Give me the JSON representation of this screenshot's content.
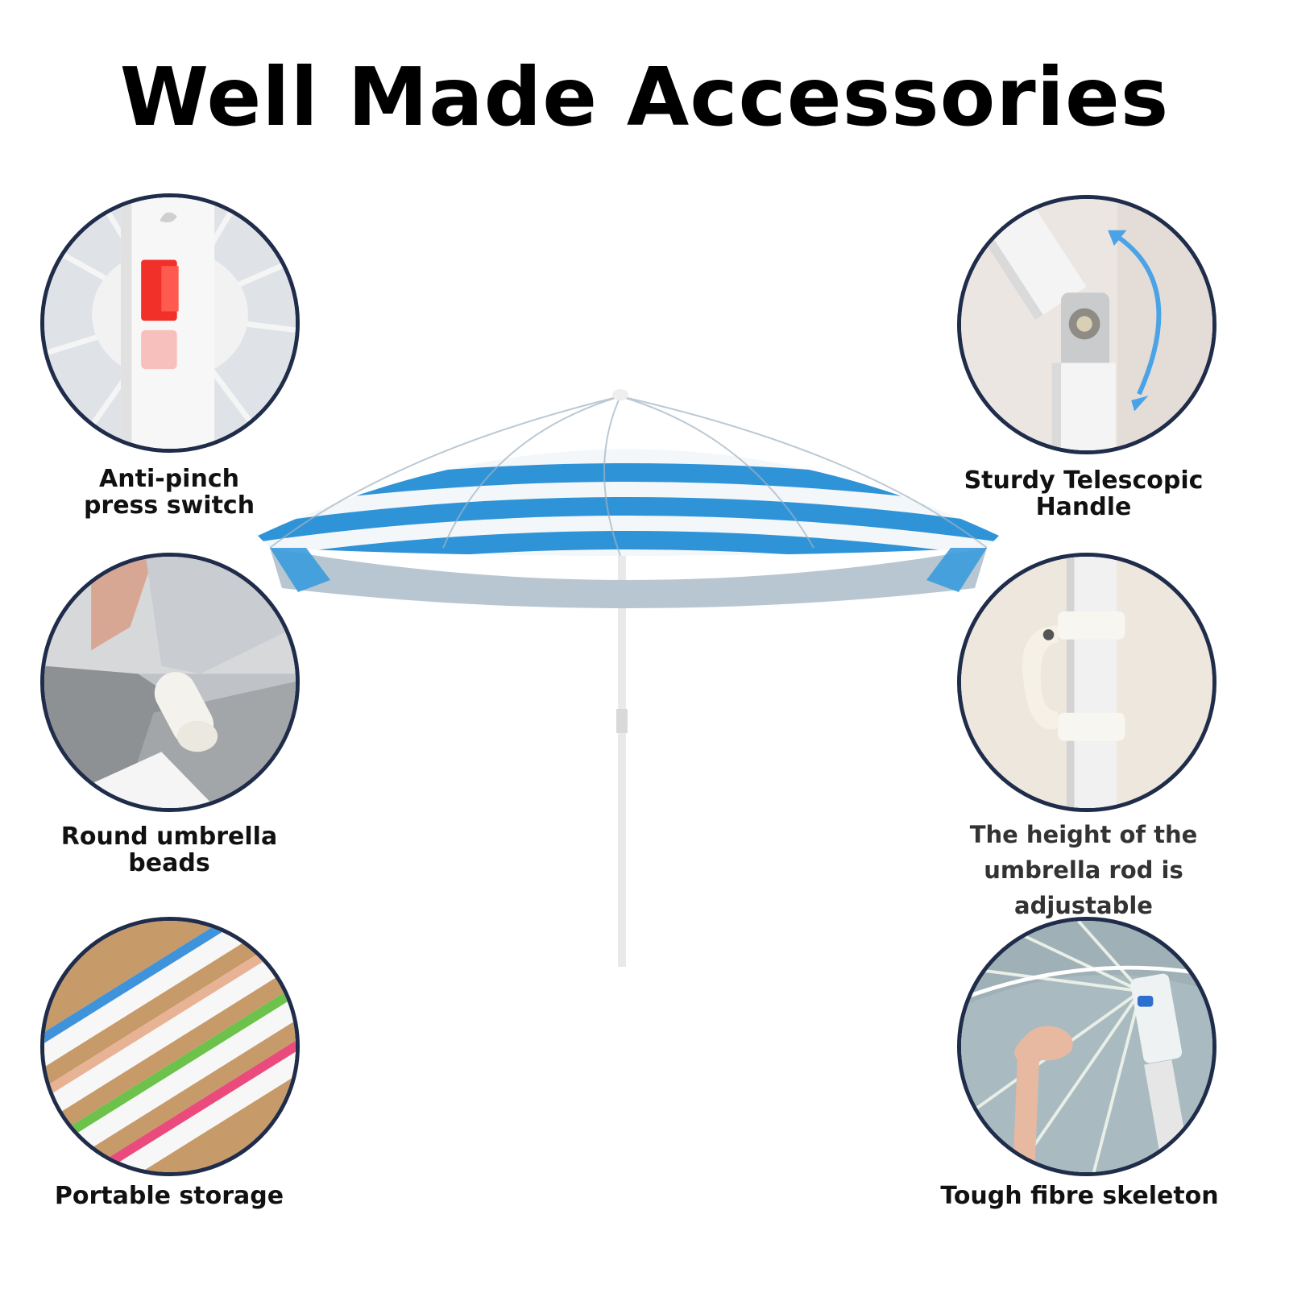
{
  "header": {
    "title": "Well Made Accessories"
  },
  "features": {
    "anti_pinch": {
      "line1": "Anti-pinch",
      "line2": "press switch"
    },
    "telescopic": {
      "line1": "Sturdy Telescopic",
      "line2": "Handle"
    },
    "beads": {
      "label": "Round umbrella beads"
    },
    "height": {
      "line1": "The height of the",
      "line2": "umbrella rod is adjustable"
    },
    "storage": {
      "label": "Portable storage"
    },
    "skeleton": {
      "label": "Tough fibre skeleton"
    }
  },
  "colors": {
    "circle_border": "#1f2c4a",
    "stripe_blue": "#2f93d8",
    "stripe_white": "#f4f7fa",
    "switch_red": "#f2302a",
    "arrow_blue": "#4aa3e6"
  },
  "icons": {
    "umbrella": "beach-umbrella-illustration"
  }
}
